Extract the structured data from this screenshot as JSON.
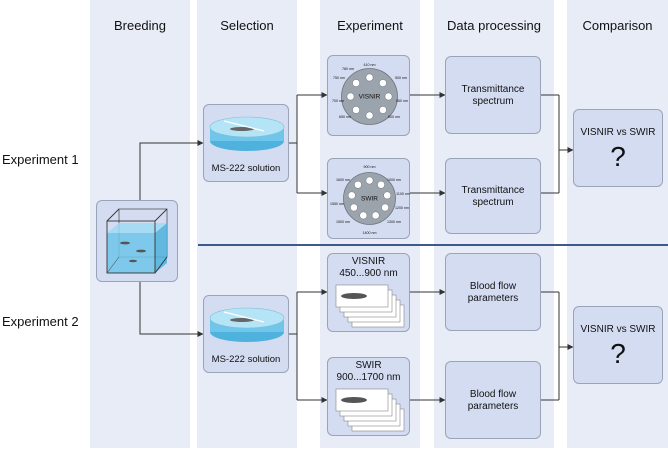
{
  "columns": [
    "Breeding",
    "Selection",
    "Experiment",
    "Data processing",
    "Comparison"
  ],
  "rows": [
    "Experiment 1",
    "Experiment 2"
  ],
  "selection": {
    "solution_label": "MS-222 solution"
  },
  "experiment1": {
    "visnir_wheel": {
      "center": "VISNIR",
      "wavelengths": [
        "410 nm",
        "500 nm",
        "550 nm",
        "600 nm",
        "650 nm",
        "700 nm",
        "750 nm",
        "780 nm"
      ]
    },
    "swir_wheel": {
      "center": "SWIR",
      "wavelengths": [
        "900 nm",
        "1000 nm",
        "1100 nm",
        "1200 nm",
        "1300 nm",
        "1400 nm",
        "1500 nm",
        "1550 nm",
        "1600 nm"
      ]
    },
    "processing_label": "Transmittance spectrum"
  },
  "experiment2": {
    "visnir": {
      "title": "VISNIR",
      "range": "450...900 nm"
    },
    "swir": {
      "title": "SWIR",
      "range": "900...1700 nm"
    },
    "processing_label": "Blood flow parameters"
  },
  "comparison": {
    "label": "VISNIR vs SWIR",
    "symbol": "?"
  },
  "colors": {
    "column_bg": "#e7ecf7",
    "box_fill": "#d4dcf2",
    "box_border": "#9aa4b9",
    "water": "#6fc6ea",
    "divider": "#3c5a8c"
  }
}
